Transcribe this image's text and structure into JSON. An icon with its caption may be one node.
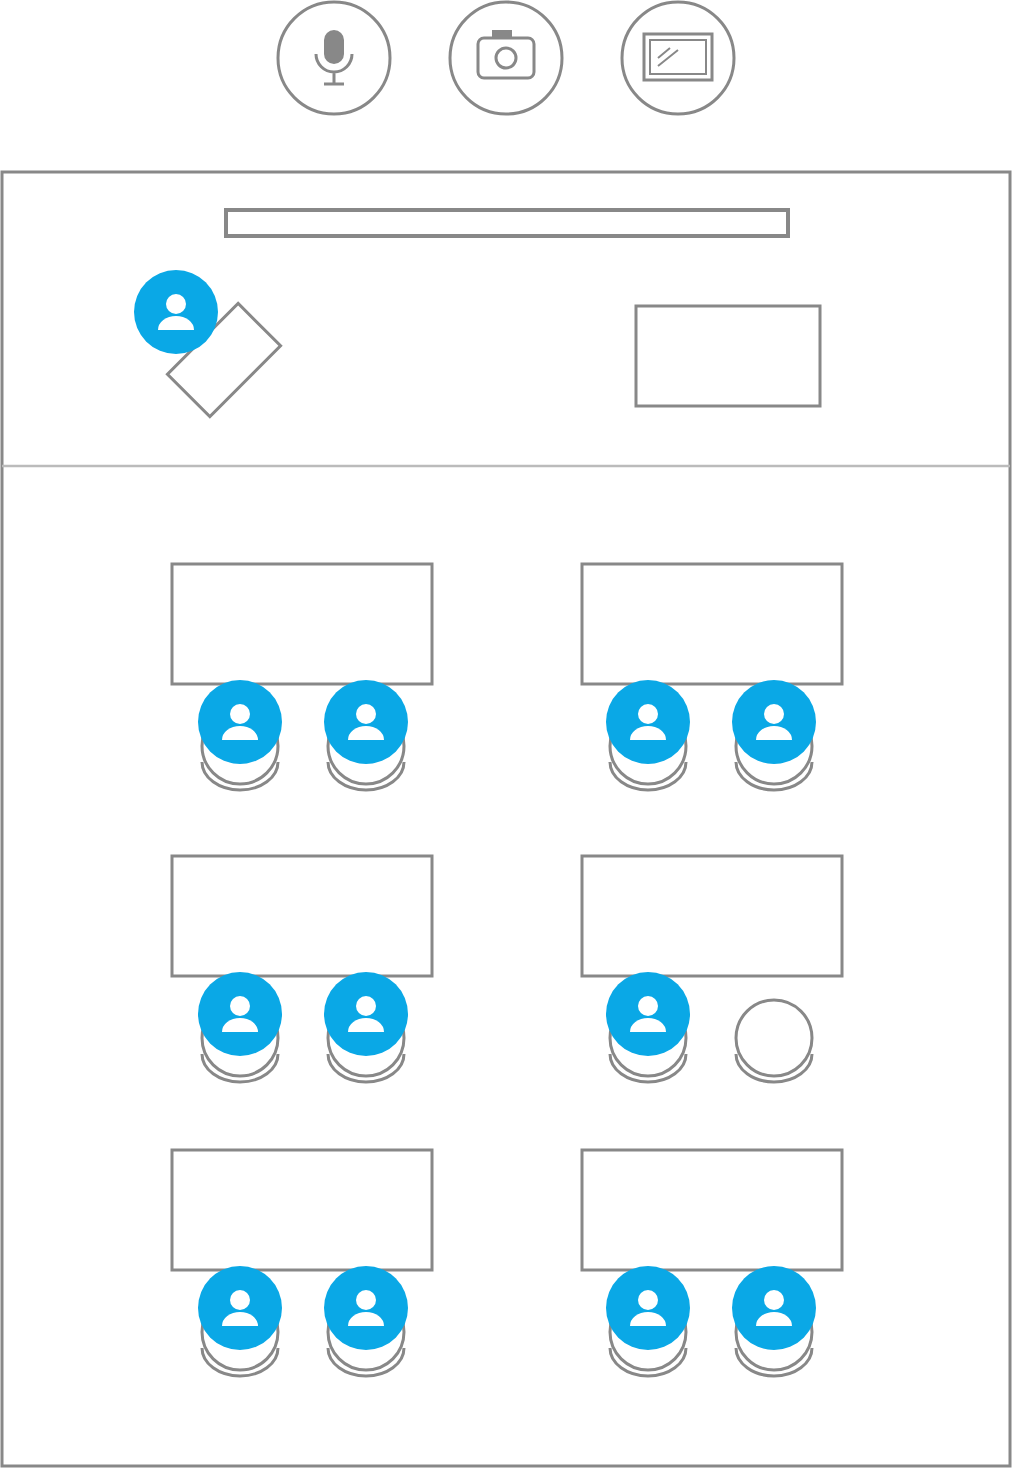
{
  "diagram": {
    "nodes": [
      {
        "text": [],
        "shape": "box"
      },
      {
        "text": [],
        "shape": "bar",
        "in": 0
      },
      {
        "text": [],
        "shape": "box",
        "in": 0
      },
      {
        "text": [],
        "shape": "person",
        "in": 0
      },
      {
        "text": [],
        "shape": "box",
        "in": 0
      },
      {
        "text": [],
        "shape": "box",
        "in": 0
      },
      {
        "text": [],
        "shape": "box",
        "in": 0
      },
      {
        "text": [],
        "shape": "person",
        "in": 0
      },
      {
        "text": [],
        "shape": "person",
        "in": 0
      },
      {
        "text": [],
        "shape": "person",
        "in": 0
      },
      {
        "text": [],
        "shape": "person",
        "in": 0
      },
      {
        "text": [],
        "shape": "box",
        "in": 0
      },
      {
        "text": [],
        "shape": "box",
        "in": 0
      },
      {
        "text": [],
        "shape": "person",
        "in": 0
      },
      {
        "text": [],
        "shape": "person",
        "in": 0
      },
      {
        "text": [],
        "shape": "person",
        "in": 0
      },
      {
        "text": [],
        "shape": "chair",
        "in": 0
      },
      {
        "text": [],
        "shape": "box",
        "in": 0
      },
      {
        "text": [],
        "shape": "box",
        "in": 0
      },
      {
        "text": [],
        "shape": "person",
        "in": 0
      },
      {
        "text": [],
        "shape": "person",
        "in": 0
      },
      {
        "text": [],
        "shape": "person",
        "in": 0
      },
      {
        "text": [],
        "shape": "person",
        "in": 0
      }
    ]
  }
}
